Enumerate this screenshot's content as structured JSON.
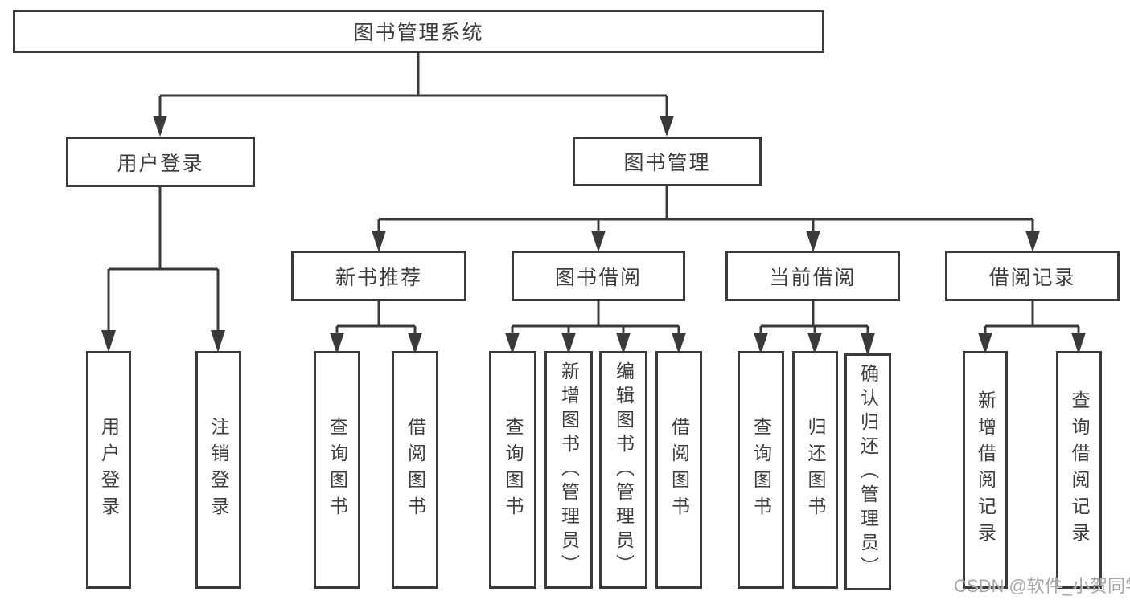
{
  "diagram": {
    "title": "图书管理系统",
    "level2": {
      "user_login": "用户登录",
      "book_management": "图书管理"
    },
    "level3": {
      "new_book_recommend": "新书推荐",
      "book_borrowing": "图书借阅",
      "current_borrowing": "当前借阅",
      "borrowing_records": "借阅记录"
    },
    "leaves": {
      "user_login": [
        "用户登录",
        "注销登录"
      ],
      "new_book_recommend": [
        "查询图书",
        "借阅图书"
      ],
      "book_borrowing": [
        "查询图书",
        "新增图书（管理员）",
        "编辑图书（管理员）",
        "借阅图书"
      ],
      "current_borrowing": [
        "查询图书",
        "归还图书",
        "确认归还（管理员）"
      ],
      "borrowing_records": [
        "新增借阅记录",
        "查询借阅记录"
      ]
    },
    "watermark": "CSDN @软件_小贺同学",
    "colors": {
      "line": "#3a3a3a",
      "text": "#3d3d3d",
      "box_fill": "#ffffff",
      "watermark": "#9e9e9e"
    }
  }
}
